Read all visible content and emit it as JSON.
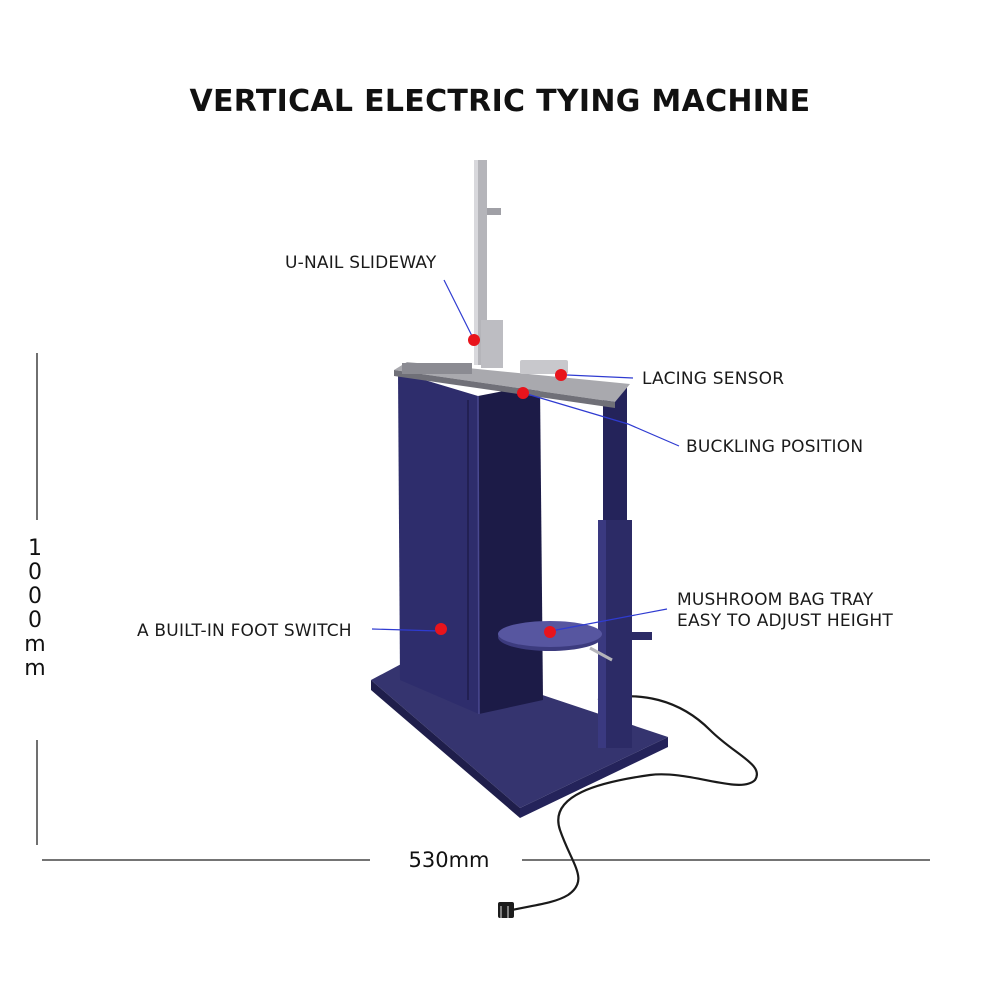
{
  "title": "VERTICAL ELECTRIC TYING MACHINE",
  "labels": {
    "u_nail_slideway": "U-NAIL SLIDEWAY",
    "lacing_sensor": "LACING SENSOR",
    "buckling_position": "BUCKLING POSITION",
    "foot_switch": "A BUILT-IN FOOT SWITCH",
    "tray_line1": "MUSHROOM BAG TRAY",
    "tray_line2": "EASY TO ADJUST HEIGHT"
  },
  "dimensions": {
    "height": "1000mm",
    "width": "530mm"
  },
  "colors": {
    "machine_body": "#2c2b66",
    "machine_dark": "#1d1c4a",
    "metal": "#b9b9bd",
    "marker": "#e8141c",
    "leader": "#2f3bd1"
  }
}
